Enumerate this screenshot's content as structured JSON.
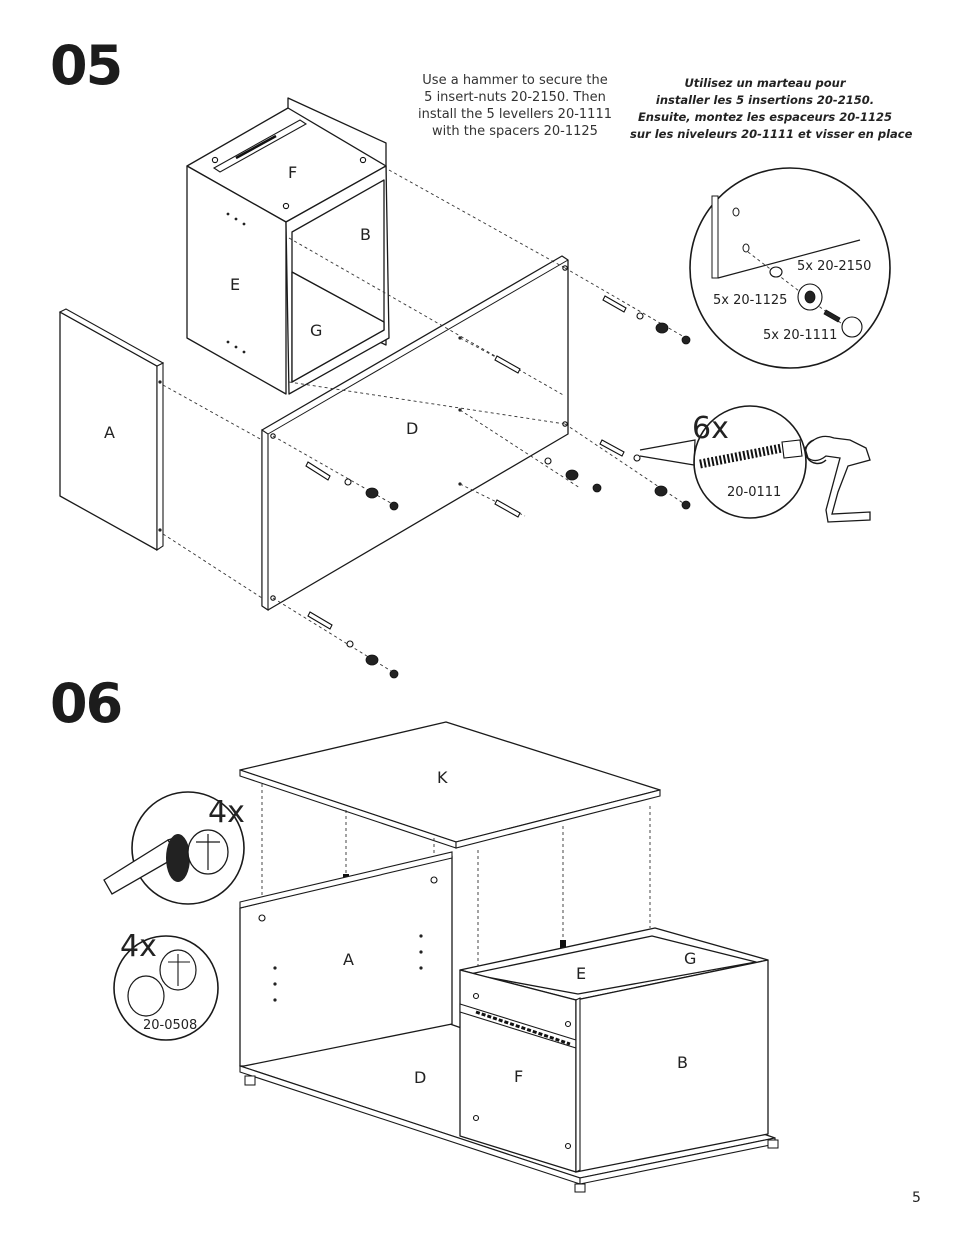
{
  "steps": {
    "s05": "05",
    "s06": "06"
  },
  "instructions_en": {
    "line1": "Use a hammer to secure the",
    "line2": "5 insert-nuts 20-2150.  Then",
    "line3": "install the 5 levellers 20-1111",
    "line4": "with the spacers 20-1125"
  },
  "instructions_fr": {
    "line1": "Utilisez un marteau pour",
    "line2": "installer les 5 insertions 20-2150.",
    "line3": "Ensuite, montez les espaceurs 20-1125",
    "line4": "sur les niveleurs 20-1111 et visser en place"
  },
  "step05_panels": {
    "F": "F",
    "B": "B",
    "E": "E",
    "G": "G",
    "A": "A",
    "D": "D"
  },
  "step05_callouts": {
    "insert_nuts": "5x  20-2150",
    "spacers": "5x  20-1125",
    "levellers": "5x  20-1111",
    "cam_qty": "6x",
    "cam_part": "20-0111"
  },
  "step06_panels": {
    "K": "K",
    "A": "A",
    "E": "E",
    "G": "G",
    "D": "D",
    "F": "F",
    "B": "B"
  },
  "step06_callouts": {
    "screwdriver_qty": "4x",
    "cap_qty": "4x",
    "cap_part": "20-0508"
  },
  "page_number": "5",
  "icons": [
    "hammer-insert-detail",
    "cam-bolt-wrench-icon",
    "screwdriver-icon",
    "cover-cap-icon"
  ]
}
